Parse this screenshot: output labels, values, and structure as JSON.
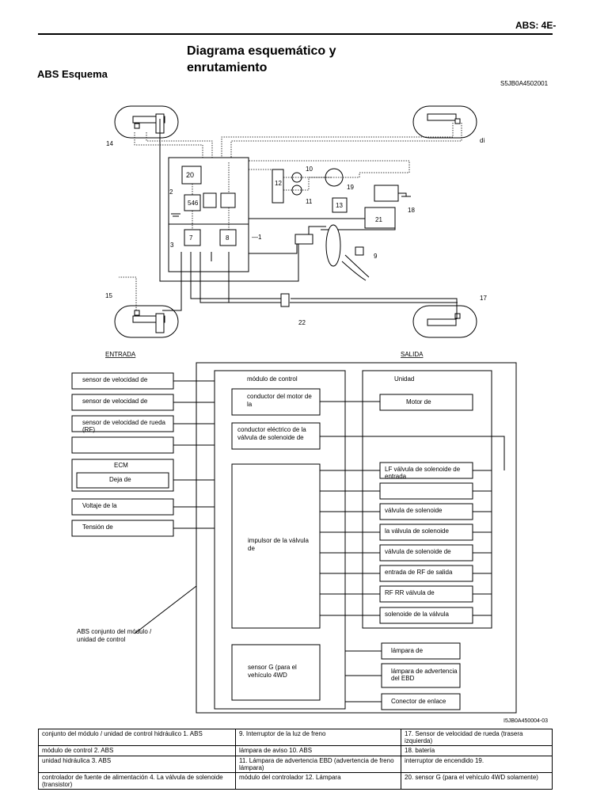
{
  "header": {
    "page_ref": "ABS: 4E-"
  },
  "doc_title": "Diagrama esquemático y enrutamiento",
  "section_title": "ABS Esquema",
  "ref_codes": {
    "top": "S5JB0A4502001",
    "bottom": "I5JB0A450004-03"
  },
  "schematic": {
    "callouts": [
      "1",
      "2",
      "3",
      "7",
      "8",
      "9",
      "10",
      "11",
      "12",
      "13",
      "14",
      "15",
      "17",
      "18",
      "19",
      "20",
      "21",
      "22",
      "546",
      "di"
    ]
  },
  "block_diagram": {
    "input_header": "ENTRADA",
    "output_header": "SALIDA",
    "inputs": [
      "sensor de velocidad de",
      "sensor de velocidad de",
      "sensor de velocidad de rueda (RF)",
      "",
      "Voltaje de la",
      "Tensión de"
    ],
    "ecm": {
      "title": "ECM",
      "item": "Deja de"
    },
    "control_module": {
      "title": "módulo de control",
      "motor_driver": "conductor del motor de la",
      "solenoid_driver": "conductor eléctrico de la válvula de solenoide de",
      "valve_impulsor": "impulsor de la válvula de",
      "g_sensor": "sensor G (para el vehículo 4WD"
    },
    "unit": {
      "title": "Unidad",
      "motor": "Motor de",
      "valves": [
        "LF válvula de solenoide de entrada",
        "",
        "válvula de solenoide",
        "la válvula de solenoide",
        "válvula de solenoide de",
        "entrada de RF de salida",
        "RF RR válvula de",
        "solenoide de la válvula"
      ]
    },
    "outputs": [
      "lámpara de",
      "lámpara de advertencia del EBD",
      "Conector de enlace"
    ],
    "assembly_label": "ABS conjunto del módulo / unidad de control"
  },
  "legend": [
    [
      "conjunto del módulo / unidad de control hidráulico 1. ABS",
      "9. Interruptor de la luz de freno",
      "17. Sensor de velocidad de rueda (trasera izquierda)"
    ],
    [
      "módulo de control 2. ABS",
      "lámpara de aviso 10. ABS",
      "18. batería"
    ],
    [
      "unidad hidráulica 3. ABS",
      "11. Lámpara de advertencia EBD (advertencia de freno lámpara)",
      "interruptor de encendido 19."
    ],
    [
      "controlador de fuente de alimentación 4. La válvula de solenoide (transistor)",
      "módulo del controlador 12. Lámpara",
      "20. sensor G (para el vehículo 4WD solamente)"
    ]
  ]
}
